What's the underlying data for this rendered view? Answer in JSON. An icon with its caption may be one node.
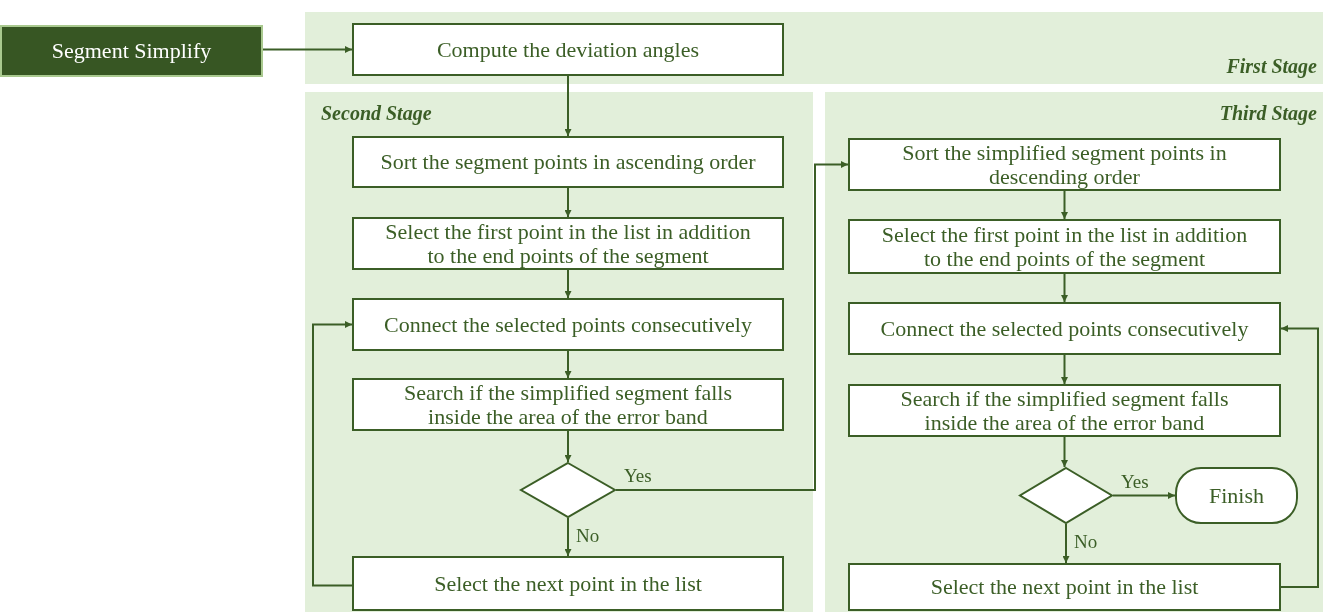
{
  "diagram": {
    "nodes": [
      {
        "text": [
          "Segment Simplify"
        ]
      },
      {
        "text": [
          "First Stage"
        ]
      },
      {
        "text": [
          "Compute the deviation angles"
        ],
        "in": 1
      },
      {
        "text": [
          "Second Stage"
        ]
      },
      {
        "text": [
          "Sort the segment points in ascending order"
        ],
        "in": 3
      },
      {
        "text": [
          "Select the first point in the list in addition to the end points of the segment"
        ],
        "in": 3
      },
      {
        "text": [
          "Connect the selected points consecutively"
        ],
        "in": 3
      },
      {
        "text": [
          "Search if the simplified segment falls inside the area of the error band"
        ],
        "in": 3
      },
      {
        "text": [],
        "shape": "diamond",
        "in": 3
      },
      {
        "text": [
          "Select the next point in the list"
        ],
        "in": 3
      },
      {
        "text": [
          "Third Stage"
        ]
      },
      {
        "text": [
          "Sort the simplified segment points in descending order"
        ],
        "in": 10
      },
      {
        "text": [
          "Select the first point in the list in addition to the end points of the segment"
        ],
        "in": 10
      },
      {
        "text": [
          "Connect the selected points consecutively"
        ],
        "in": 10
      },
      {
        "text": [
          "Search if the simplified segment falls inside the area of the error band"
        ],
        "in": 10
      },
      {
        "text": [],
        "shape": "diamond",
        "in": 10
      },
      {
        "text": [
          "Finish"
        ],
        "in": 10
      },
      {
        "text": [
          "Select the next point in the list"
        ],
        "in": 10
      }
    ],
    "edges": [
      {
        "from": 0,
        "to": 2,
        "arrow": "to"
      },
      {
        "from": 2,
        "to": 4,
        "arrow": "to"
      },
      {
        "from": 4,
        "to": 5,
        "arrow": "to"
      },
      {
        "from": 5,
        "to": 6,
        "arrow": "to"
      },
      {
        "from": 6,
        "to": 7,
        "arrow": "to"
      },
      {
        "from": 7,
        "to": 8,
        "arrow": "to"
      },
      {
        "from": 8,
        "to": 11,
        "arrow": "to",
        "label": "Yes"
      },
      {
        "from": 8,
        "to": 9,
        "arrow": "to",
        "label": "No"
      },
      {
        "from": 9,
        "to": 6,
        "arrow": "to"
      },
      {
        "from": 11,
        "to": 12,
        "arrow": "to"
      },
      {
        "from": 12,
        "to": 13,
        "arrow": "to"
      },
      {
        "from": 13,
        "to": 14,
        "arrow": "to"
      },
      {
        "from": 14,
        "to": 15,
        "arrow": "to"
      },
      {
        "from": 15,
        "to": 16,
        "arrow": "to",
        "label": "Yes"
      },
      {
        "from": 15,
        "to": 17,
        "arrow": "to",
        "label": "No"
      },
      {
        "from": 17,
        "to": 13,
        "arrow": "to"
      }
    ]
  }
}
